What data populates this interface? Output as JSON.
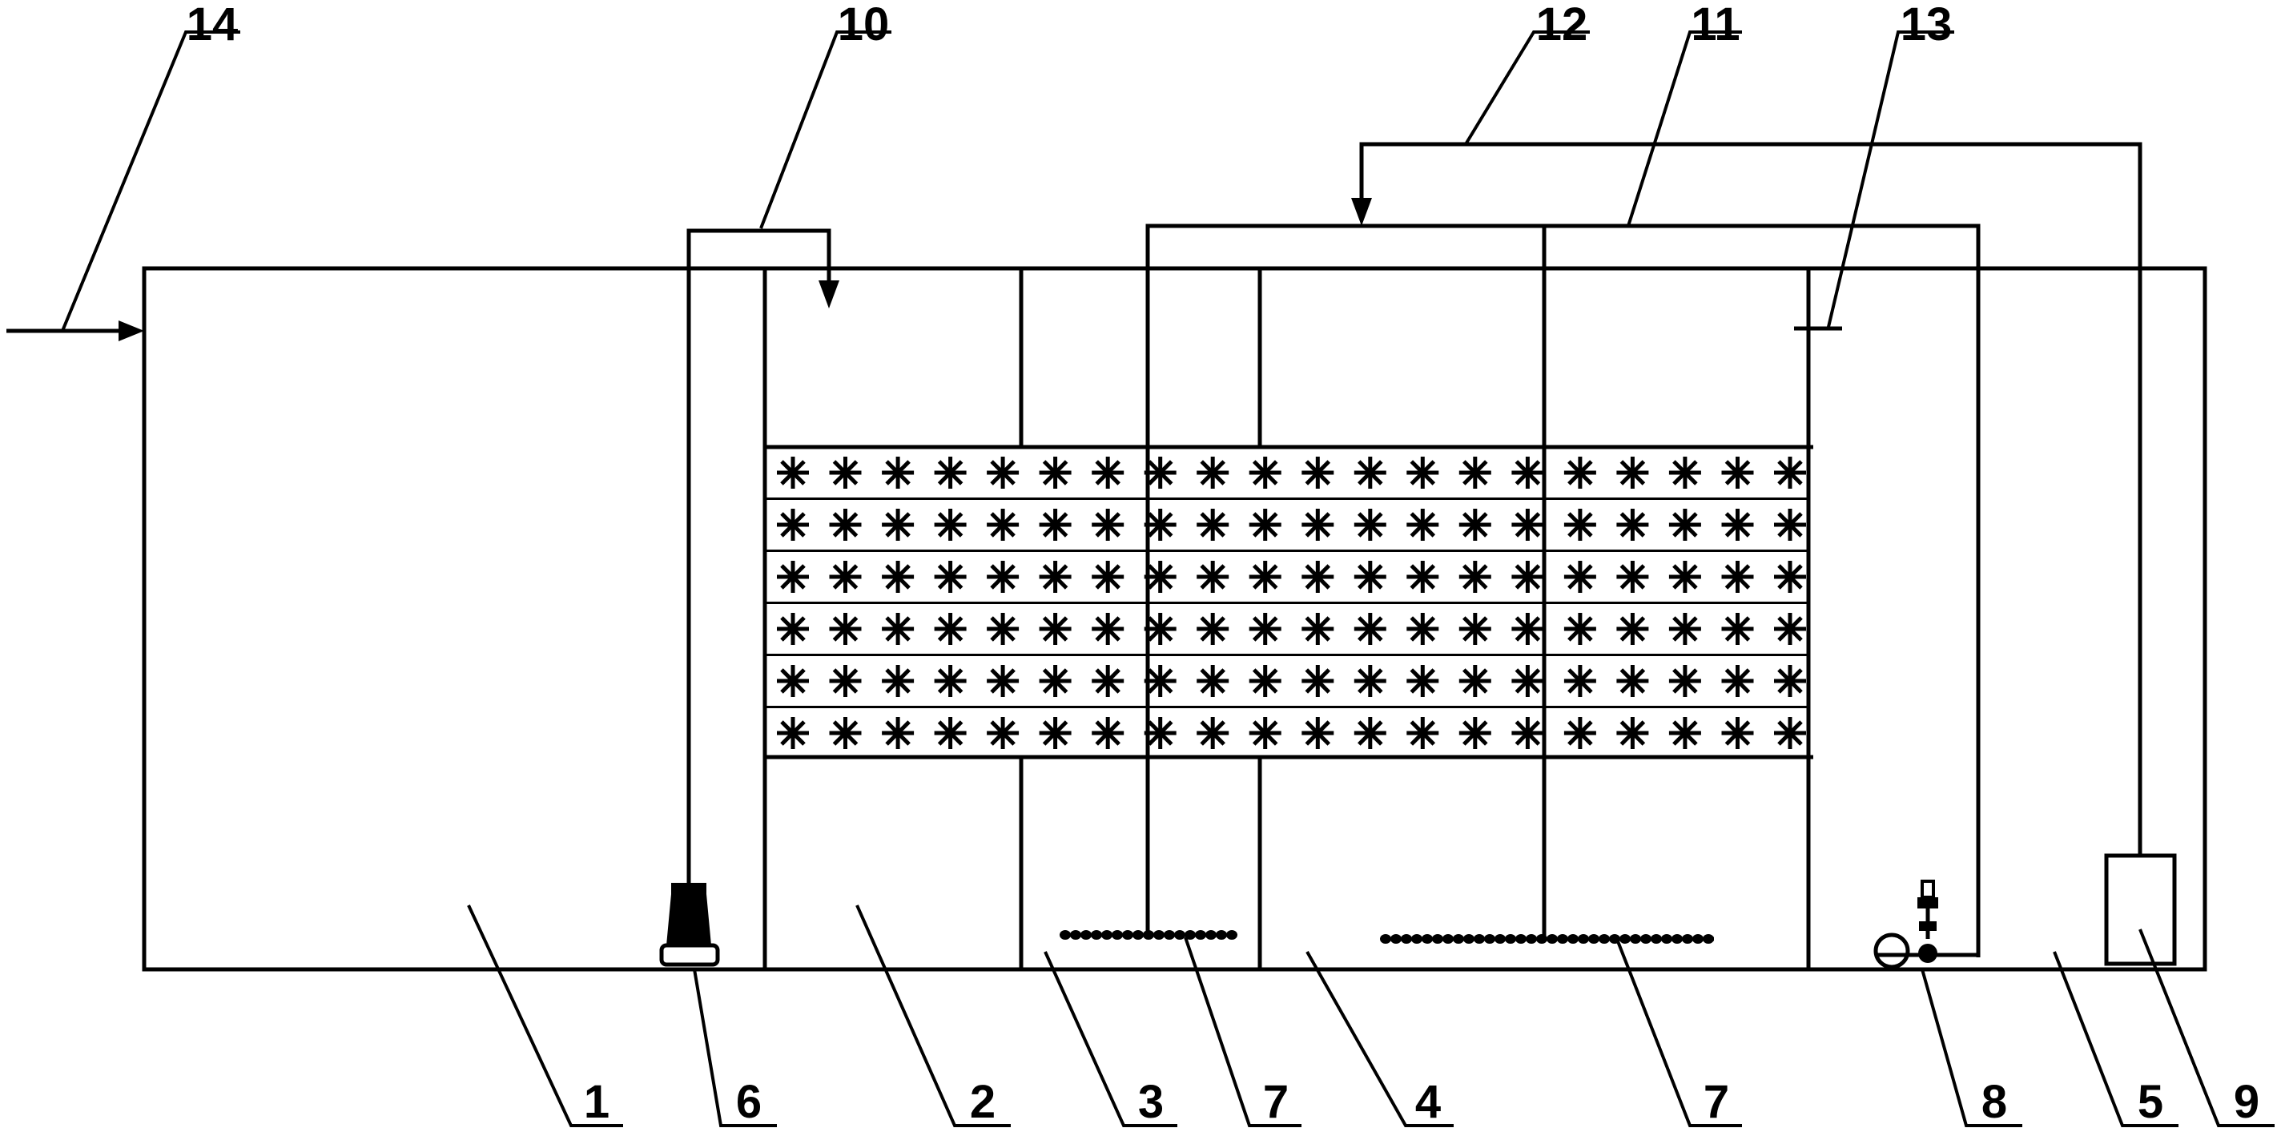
{
  "diagram": {
    "labels": {
      "inlet_pipe": "14",
      "return_pipe_10": "10",
      "air_pipe_11": "11",
      "return_pipe_12": "12",
      "vent_13": "13",
      "tank_1": "1",
      "pump_6": "6",
      "tank_2": "2",
      "tank_3": "3",
      "diffuser_7a": "7",
      "tank_4": "4",
      "diffuser_7b": "7",
      "aerator_8": "8",
      "tank_5": "5",
      "box_9": "9"
    }
  }
}
